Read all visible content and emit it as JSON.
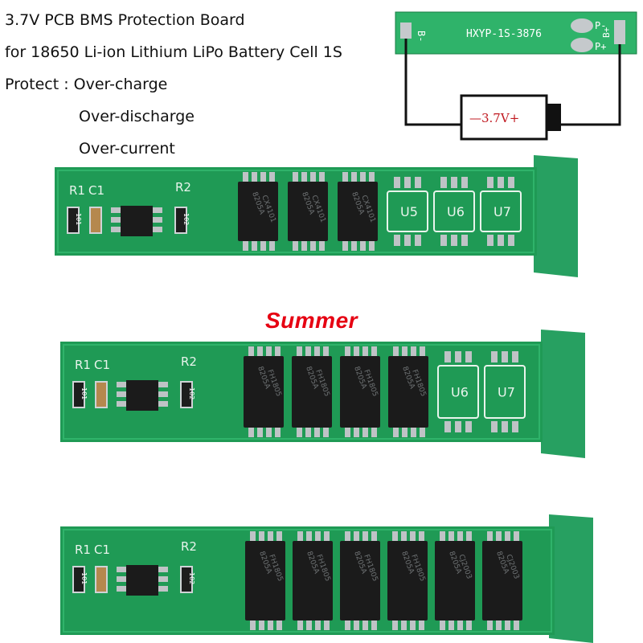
{
  "header": {
    "title": "3.7V PCB BMS Protection Board",
    "subtitle": "for 18650 Li-ion Lithium LiPo Battery Cell 1S",
    "protect_label": "Protect : Over-charge",
    "protect_item_2": "Over-discharge",
    "protect_item_3": "Over-current"
  },
  "wiring_diagram": {
    "board_code": "HXYP-1S-3876",
    "pad_b_minus": "B-",
    "pad_p_minus": "P-",
    "pad_p_plus": "P+",
    "pad_b_plus": "B+",
    "battery_label": "—3.7V+"
  },
  "watermark": "Summer",
  "boards": [
    {
      "resistor_labels": [
        "R1",
        "C1",
        "R2"
      ],
      "resistor_codes": [
        "101",
        "102"
      ],
      "chip_markings": [
        "8205A CX4101",
        "8205A CX4101",
        "8205A CX4101"
      ],
      "empty_slots": [
        "U5",
        "U6",
        "U7"
      ]
    },
    {
      "resistor_labels": [
        "R1",
        "C1",
        "R2"
      ],
      "resistor_codes": [
        "101",
        "102"
      ],
      "chip_markings": [
        "8205A FH1805",
        "8205A FH1805",
        "8205A FH1805",
        "8205A FH1805"
      ],
      "empty_slots": [
        "U6",
        "U7"
      ]
    },
    {
      "resistor_labels": [
        "R1",
        "C1",
        "R2"
      ],
      "resistor_codes": [
        "101",
        "102"
      ],
      "chip_markings": [
        "8205A FH1805",
        "8205A FH1805",
        "8205A FH1805",
        "8205A FH1805",
        "8205A CJ2003",
        "8205A CJ2003"
      ],
      "empty_slots": []
    }
  ],
  "colors": {
    "pcb": "#1f9a55",
    "pcb_light": "#2fb36a",
    "nickel_tab": "#27a061",
    "chip": "#1b1b1b",
    "pad": "#bfc3c6",
    "silk": "#e8f4ec",
    "watermark": "#e60012"
  }
}
